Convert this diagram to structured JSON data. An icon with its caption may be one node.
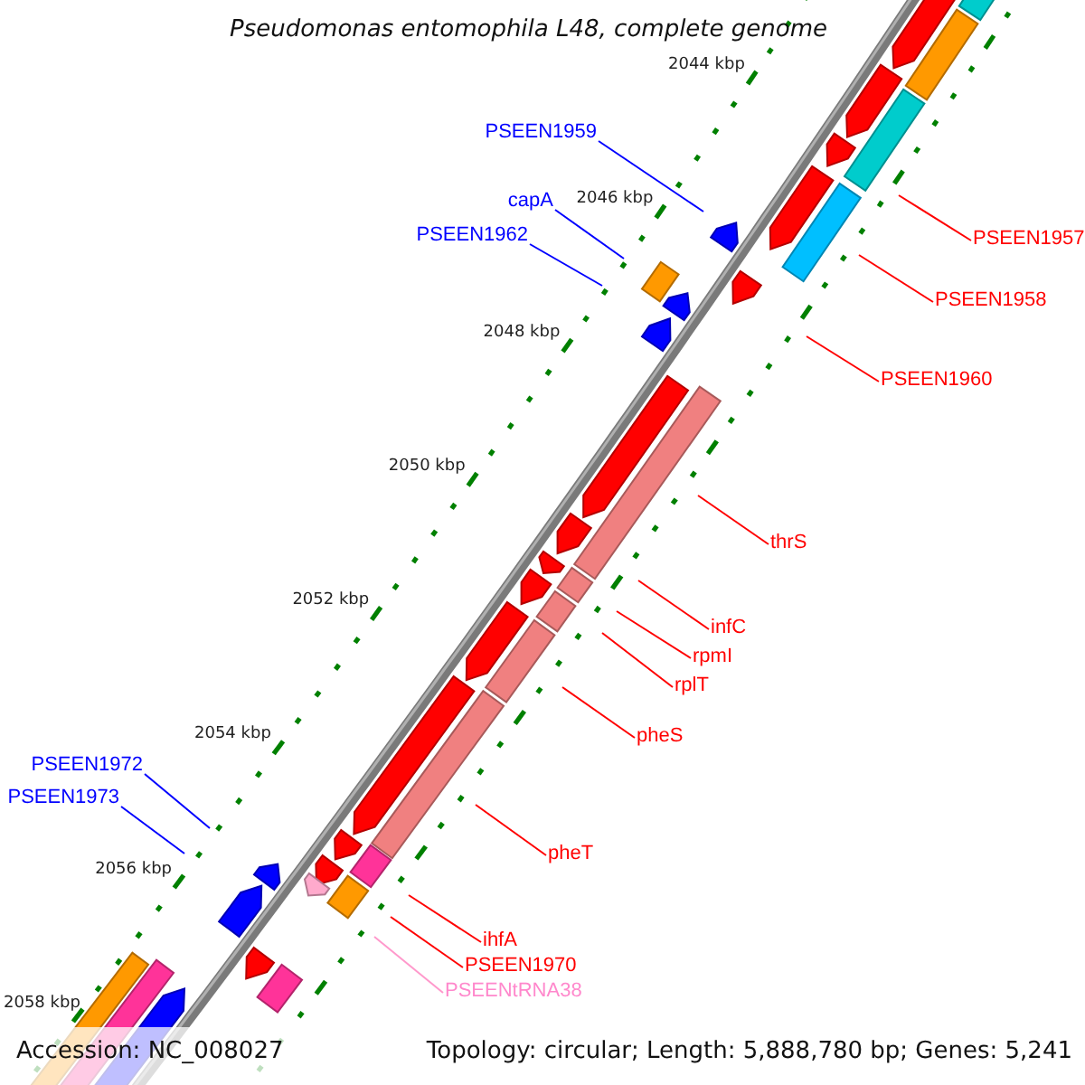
{
  "diagram": {
    "title": "Pseudomonas entomophila L48, complete genome",
    "nodes": [
      {
        "text": [
          "PSEEN1959"
        ]
      },
      {
        "text": [
          "capA"
        ]
      },
      {
        "text": [
          "PSEEN1962"
        ]
      },
      {
        "text": [
          "PSEEN1957"
        ]
      },
      {
        "text": [
          "PSEEN1958"
        ]
      },
      {
        "text": [
          "PSEEN1960"
        ]
      },
      {
        "text": [
          "thrS"
        ]
      },
      {
        "text": [
          "infC"
        ]
      },
      {
        "text": [
          "rpmI"
        ]
      },
      {
        "text": [
          "rplT"
        ]
      },
      {
        "text": [
          "pheS"
        ]
      },
      {
        "text": [
          "PSEEN1972"
        ]
      },
      {
        "text": [
          "PSEEN1973"
        ]
      },
      {
        "text": [
          "pheT"
        ]
      },
      {
        "text": [
          "ihfA"
        ]
      },
      {
        "text": [
          "PSEEN1970"
        ]
      },
      {
        "text": [
          "PSEENtRNA38"
        ]
      }
    ],
    "edges": [
      {
        "from": 0,
        "to": null,
        "arrow": "none",
        "color": "#0000ff"
      },
      {
        "from": 1,
        "to": null,
        "arrow": "none",
        "color": "#0000ff"
      },
      {
        "from": 2,
        "to": null,
        "arrow": "none",
        "color": "#0000ff"
      },
      {
        "from": 3,
        "to": null,
        "arrow": "none"
      },
      {
        "from": 4,
        "to": null,
        "arrow": "none"
      },
      {
        "from": 5,
        "to": null,
        "arrow": "none"
      },
      {
        "from": 6,
        "to": null,
        "arrow": "none"
      },
      {
        "from": 7,
        "to": null,
        "arrow": "none"
      },
      {
        "from": 8,
        "to": null,
        "arrow": "none"
      },
      {
        "from": 9,
        "to": null,
        "arrow": "none"
      },
      {
        "from": 10,
        "to": null,
        "arrow": "none"
      },
      {
        "from": 11,
        "to": null,
        "arrow": "none",
        "color": "#0000ff"
      },
      {
        "from": 12,
        "to": null,
        "arrow": "none",
        "color": "#0000ff"
      },
      {
        "from": 13,
        "to": null,
        "arrow": "none"
      },
      {
        "from": 14,
        "to": null,
        "arrow": "none"
      },
      {
        "from": 15,
        "to": null,
        "arrow": "none"
      },
      {
        "from": 16,
        "to": null,
        "arrow": "none",
        "color": "#ff99cc"
      }
    ],
    "labels": [
      "2044 kbp",
      "2046 kbp",
      "2048 kbp",
      "2050 kbp",
      "2052 kbp",
      "2054 kbp",
      "2056 kbp",
      "2058 kbp",
      "Accession: NC_008027",
      "Topology: circular; Length: 5,888,780 bp; Genes: 5,241"
    ]
  }
}
